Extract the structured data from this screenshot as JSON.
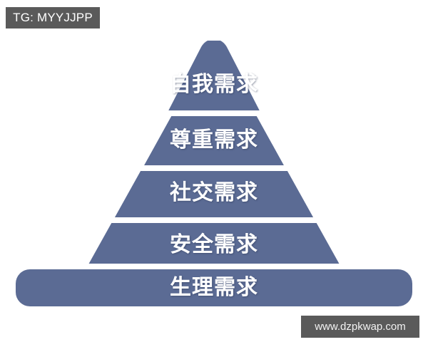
{
  "overlays": {
    "tg_tag": "TG: MYYJJPP",
    "watermark": "www.dzpkwap.com"
  },
  "diagram": {
    "type": "pyramid",
    "title": "",
    "tier_color": "#5B6B94",
    "tier_edge_color": "#4E5E86",
    "background": "#FFFFFF",
    "label_color": "#FFFFFF",
    "tiers": [
      {
        "level": 1,
        "label": "自我需求"
      },
      {
        "level": 2,
        "label": "尊重需求"
      },
      {
        "level": 3,
        "label": "社交需求"
      },
      {
        "level": 4,
        "label": "安全需求"
      },
      {
        "level": 5,
        "label": "生理需求"
      }
    ]
  }
}
